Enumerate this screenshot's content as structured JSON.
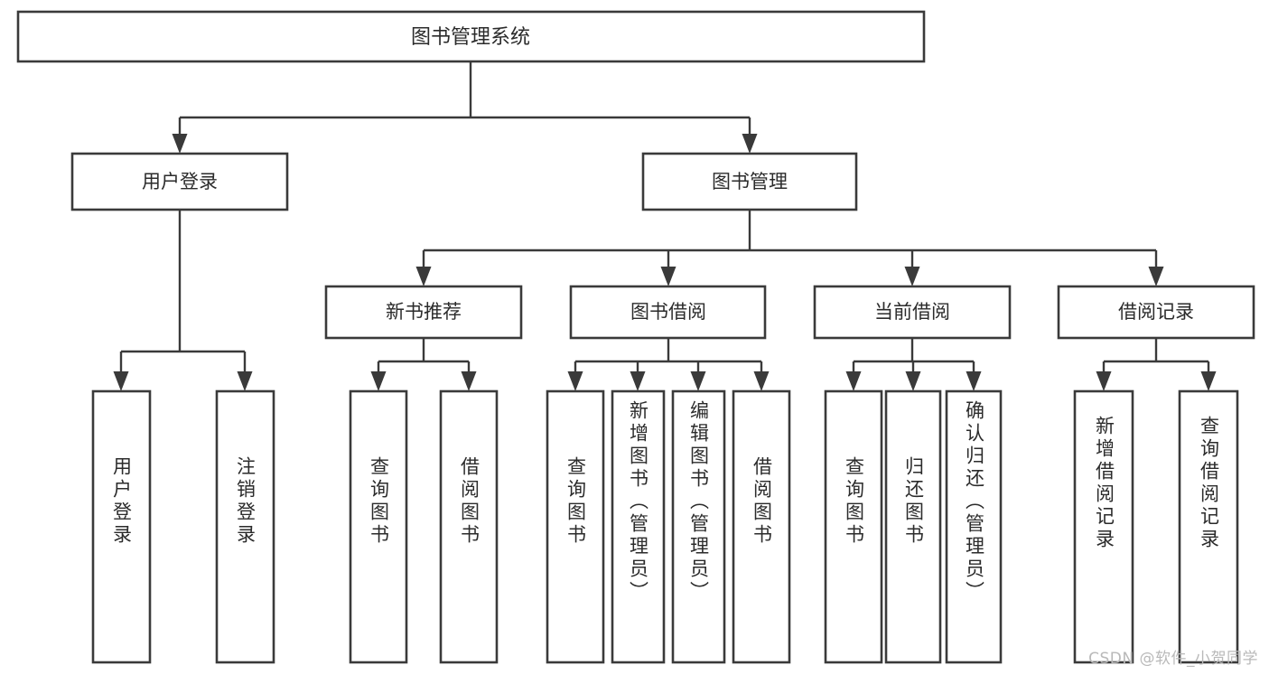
{
  "diagram": {
    "type": "tree",
    "title": "图书管理系统",
    "orientation": "top-down",
    "colors": {
      "box_stroke": "#3a3a3a",
      "box_fill": "#ffffff",
      "connector": "#3a3a3a",
      "text": "#2b2b2b",
      "background": "#ffffff",
      "watermark": "#b9b9b9"
    }
  },
  "root": {
    "label": "图书管理系统"
  },
  "level2": [
    {
      "label": "用户登录"
    },
    {
      "label": "图书管理"
    }
  ],
  "level3": [
    {
      "label": "新书推荐"
    },
    {
      "label": "图书借阅"
    },
    {
      "label": "当前借阅"
    },
    {
      "label": "借阅记录"
    }
  ],
  "leaves": {
    "user_login": [
      {
        "label": "用户登录"
      },
      {
        "label": "注销登录"
      }
    ],
    "new_book_recommend": [
      {
        "label": "查询图书"
      },
      {
        "label": "借阅图书"
      }
    ],
    "book_borrow": [
      {
        "label": "查询图书"
      },
      {
        "label": "新增图书（管理员）"
      },
      {
        "label": "编辑图书（管理员）"
      },
      {
        "label": "借阅图书"
      }
    ],
    "current_borrow": [
      {
        "label": "查询图书"
      },
      {
        "label": "归还图书"
      },
      {
        "label": "确认归还（管理员）"
      }
    ],
    "borrow_records": [
      {
        "label": "新增借阅记录"
      },
      {
        "label": "查询借阅记录"
      }
    ]
  },
  "watermark": {
    "text": "CSDN @软件_小贺同学"
  }
}
